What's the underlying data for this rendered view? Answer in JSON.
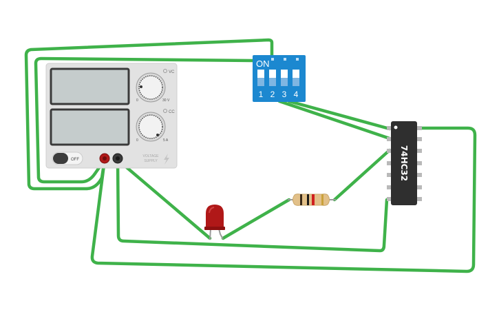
{
  "colors": {
    "wire": "#3fb24a",
    "supply_body": "#e2e2e2",
    "display_bg": "#c5cccc",
    "dip_blue": "#1c88d0",
    "chip_body": "#2f2f2f",
    "led_red": "#b01818",
    "terminal_red": "#b01818",
    "terminal_black": "#3a3a3a"
  },
  "power_supply": {
    "vc_label": "VC",
    "cc_label": "CC",
    "knob_v_min": "0",
    "knob_v_max": "30 V",
    "knob_a_min": "0",
    "knob_a_max": "5 A",
    "switch_label": "OFF",
    "brand_line1": "VOLTAGE",
    "brand_line2": "SUPPLY",
    "bolt_icon": "lightning-bolt-icon"
  },
  "dip_switch": {
    "on_label": "ON",
    "numbers": [
      "1",
      "2",
      "3",
      "4"
    ]
  },
  "chip": {
    "label": "74HC32"
  },
  "led": {
    "color_name": "red"
  },
  "resistor": {
    "bands": [
      "#3a2a18",
      "#1a1a1a",
      "#d02020",
      "#c9a13b"
    ]
  }
}
